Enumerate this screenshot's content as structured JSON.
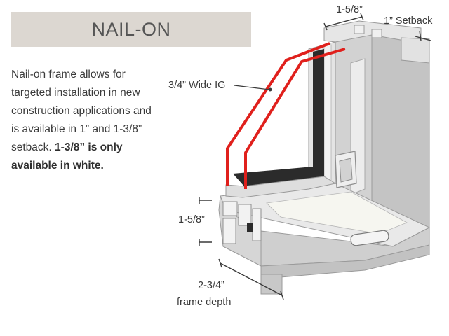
{
  "title": "NAIL-ON",
  "description": {
    "text": "Nail-on frame allows for targeted installation in new construction applications and is available in 1” and 1-3/8” setback.",
    "bold_text": "1-3/8” is only available in white."
  },
  "labels": {
    "top_dim": "1-5/8”",
    "setback": "1” Setback",
    "ig": "3/4” Wide IG",
    "left_dim": "1-5/8”",
    "frame_depth_value": "2-3/4”",
    "frame_depth_caption": "frame depth"
  },
  "colors": {
    "title_bg": "#dcd7d1",
    "glass_outline": "#e0201c",
    "frame": "#d9d9d9",
    "spacer": "#2b2b2b"
  }
}
